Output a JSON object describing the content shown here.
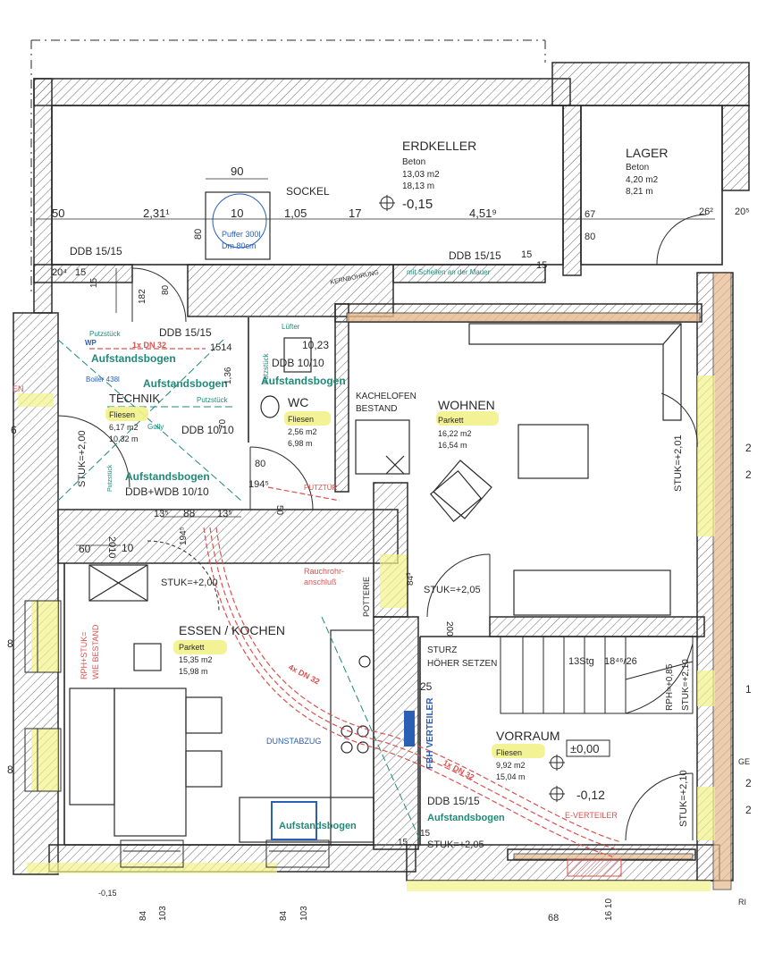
{
  "colors": {
    "ink": "#2a2a2a",
    "hatch": "#6a6a6a",
    "red": "#d9534f",
    "teal": "#1f8a78",
    "blue": "#2a5fb5",
    "highlight": "#f2f28a",
    "brick": "#e7b98c",
    "tile": "#dfe8a4"
  },
  "rooms": {
    "erdkeller": {
      "name": "ERDKELLER",
      "material": "Beton",
      "area": "13,03 m2",
      "perimeter": "18,13 m",
      "level": "-0,15"
    },
    "lager": {
      "name": "LAGER",
      "material": "Beton",
      "area": "4,20 m2",
      "perimeter": "8,21 m"
    },
    "technik": {
      "name": "TECHNIK",
      "material": "Fliesen",
      "area": "6,17 m2",
      "perimeter": "10,32 m"
    },
    "wc": {
      "name": "WC",
      "material": "Fliesen",
      "area": "2,56 m2",
      "perimeter": "6,98 m"
    },
    "wohnen": {
      "name": "WOHNEN",
      "material": "Parkett",
      "area": "16,22 m2",
      "perimeter": "16,54 m"
    },
    "essen": {
      "name": "ESSEN / KOCHEN",
      "material": "Parkett",
      "area": "15,35 m2",
      "perimeter": "15,98 m"
    },
    "vorraum": {
      "name": "VORRAUM",
      "material": "Fliesen",
      "area": "9,92 m2",
      "perimeter": "15,04 m",
      "level_zero": "±0,00",
      "level": "-0,12"
    }
  },
  "labels": {
    "sockel": "SOCKEL",
    "puffer": "Puffer 300l",
    "puffer_dm": "Dm 80cm",
    "ddb_15_15": "DDB 15/15",
    "mit_schellen": "mit Schellen an der Mauer",
    "kernbohrung": "KERNBOHRUNG",
    "putzstueck": "Putzstück",
    "wp": "WP",
    "dn32": "1x DN 32",
    "aufstandsbogen": "Aufstandsbogen",
    "boiler": "Boiler 438l",
    "gully": "Gully",
    "ddb_10_10": "DDB 10/10",
    "luefter": "Lüfter",
    "kachelofen": "KACHELOFEN",
    "bestand": "BESTAND",
    "ddb_wdb": "DDB+WDB 10/10",
    "stuk_200": "STUK=+2,00",
    "stuk_201": "STUK=+2,01",
    "stuk_205": "STUK=+2,05",
    "stuk_205b": "STUK=+2,05",
    "stuk_210": "STUK=+2,10",
    "stuk_210b": "STUK=+2,10",
    "rph_stuk": "RPH+STUK=",
    "wie_bestand": "WIE BESTAND",
    "rauchrohr": "Rauchrohr-",
    "anschluss": "anschluß",
    "potterie": "POTTERIE",
    "putztuer": "PUTZTÜR",
    "sturz": "STURZ",
    "hoeher": "HÖHER SETZEN",
    "stg": "13Stg",
    "stg_dim": "18⁴⁶/26",
    "rph": "RPH=+0,85",
    "dunstabzug": "DUNSTABZUG",
    "dn32_4x": "4x DN 32",
    "fbh": "FBH VERTEILER",
    "everteiler": "E-VERTEILER",
    "dim_90": "90",
    "dim_231": "2,31¹",
    "dim_10": "10",
    "dim_105": "1,05",
    "dim_17": "17",
    "dim_451": "4,51⁹",
    "dim_50": "50",
    "dim_67": "67",
    "dim_80": "80",
    "dim_262": "26²",
    "dim_205": "20⁵",
    "dim_20_4": "20⁴",
    "dim_15a": "15",
    "dim_15b": "15",
    "dim_15c": "15",
    "dim_15d": "15",
    "dim_15e": "15",
    "dim_182": "182",
    "dim_80b": "80",
    "dim_80c": "80",
    "dim_1514": "1514",
    "dim_1023": "10,23",
    "dim_136": "1,36",
    "dim_70": "70",
    "dim_1945": "194⁵",
    "dim_50b": "50",
    "dim_135": "13⁵",
    "dim_135b": "13⁵",
    "dim_88": "88",
    "dim_1945b": "194⁵",
    "dim_2010": "2010",
    "dim_60": "60",
    "dim_10b": "10",
    "dim_843": "84³",
    "dim_200": "200",
    "dim_25": "25",
    "dim_15f": "15",
    "dim_015": "-0,15",
    "dim_84": "84",
    "dim_103": "103",
    "dim_84b": "84",
    "dim_103b": "103",
    "dim_68": "68",
    "dim_1610": "16 10",
    "edge_6": "6",
    "edge_en": "EN",
    "edge_8": "8",
    "edge_8b": "8",
    "edge_2a": "2",
    "edge_2b": "2",
    "edge_1": "1",
    "edge_ge": "GE",
    "edge_2c": "2",
    "edge_2d": "2",
    "edge_ri": "RI"
  }
}
